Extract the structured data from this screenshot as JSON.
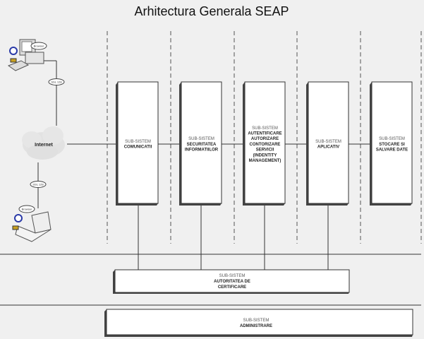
{
  "title": "Arhitectura Generala SEAP",
  "clients": {
    "desktop_browser_label": "Browser",
    "desktop_link_label": "SSL 128",
    "laptop_browser_label": "Browser",
    "laptop_link_label": "SSL 128",
    "cloud_label": "Internet"
  },
  "subsystems": [
    {
      "prefix": "SUB-SISTEM",
      "lines": [
        "COMUNICATII"
      ]
    },
    {
      "prefix": "SUB-SISTEM",
      "lines": [
        "SECURITATEA",
        "INFORMATIILOR"
      ]
    },
    {
      "prefix": "SUB-SISTEM",
      "lines": [
        "AUTENTIFICARE",
        "AUTORIZARE",
        "CONTORIZARE",
        "SERVICII",
        "(INDENTITY",
        "MANAGEMENT)"
      ]
    },
    {
      "prefix": "SUB-SISTEM",
      "lines": [
        "APLICATIV"
      ]
    },
    {
      "prefix": "SUB-SISTEM",
      "lines": [
        "STOCARE SI",
        "SALVARE DATE"
      ]
    }
  ],
  "certificate_authority": {
    "prefix": "SUB-SISTEM",
    "lines": [
      "AUTORITATEA DE",
      "CERTIFICARE"
    ]
  },
  "administration": {
    "prefix": "SUB-SISTEM",
    "lines": [
      "ADMINISTRARE"
    ]
  }
}
